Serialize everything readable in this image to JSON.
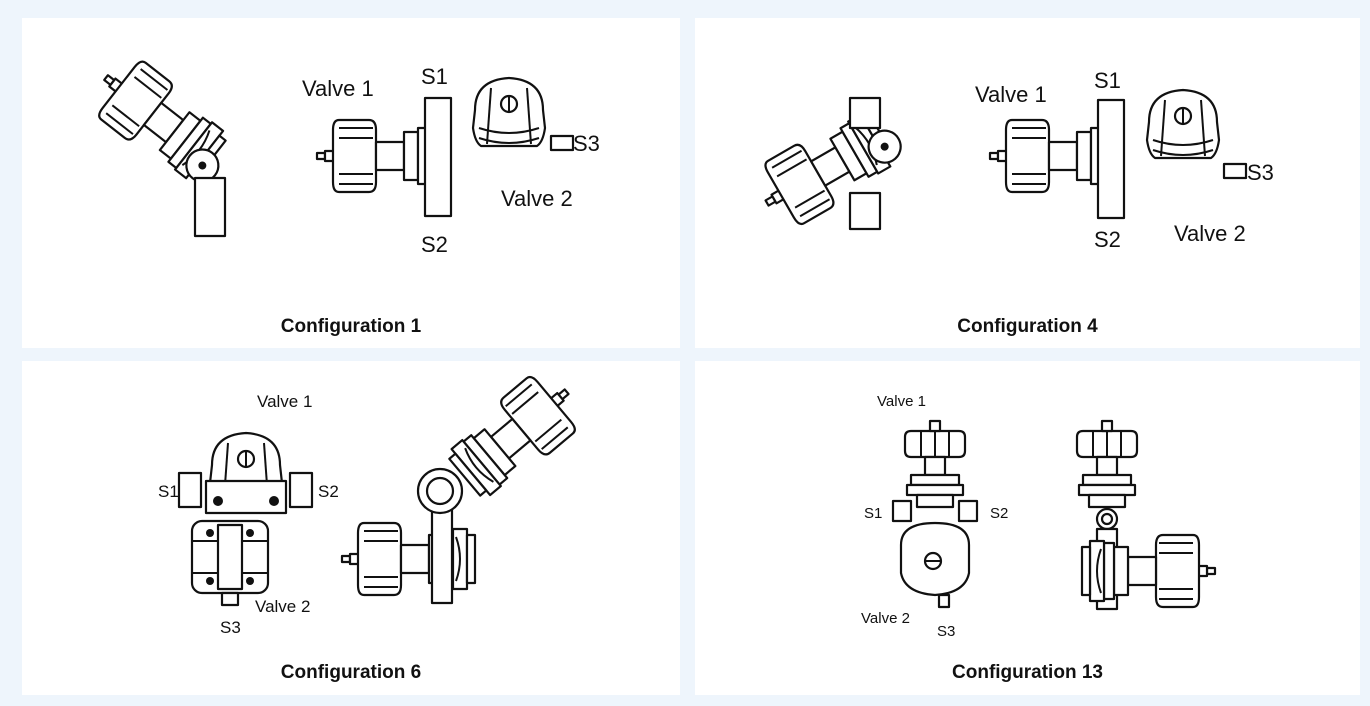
{
  "panels": [
    {
      "caption": "Configuration 1",
      "labels": {
        "valve1": "Valve 1",
        "valve2": "Valve 2",
        "s1": "S1",
        "s2": "S2",
        "s3": "S3"
      }
    },
    {
      "caption": "Configuration 4",
      "labels": {
        "valve1": "Valve 1",
        "valve2": "Valve 2",
        "s1": "S1",
        "s2": "S2",
        "s3": "S3"
      }
    },
    {
      "caption": "Configuration 6",
      "labels": {
        "valve1": "Valve 1",
        "valve2": "Valve 2",
        "s1": "S1",
        "s2": "S2",
        "s3": "S3"
      }
    },
    {
      "caption": "Configuration 13",
      "labels": {
        "valve1": "Valve 1",
        "valve2": "Valve 2",
        "s1": "S1",
        "s2": "S2",
        "s3": "S3"
      }
    }
  ]
}
